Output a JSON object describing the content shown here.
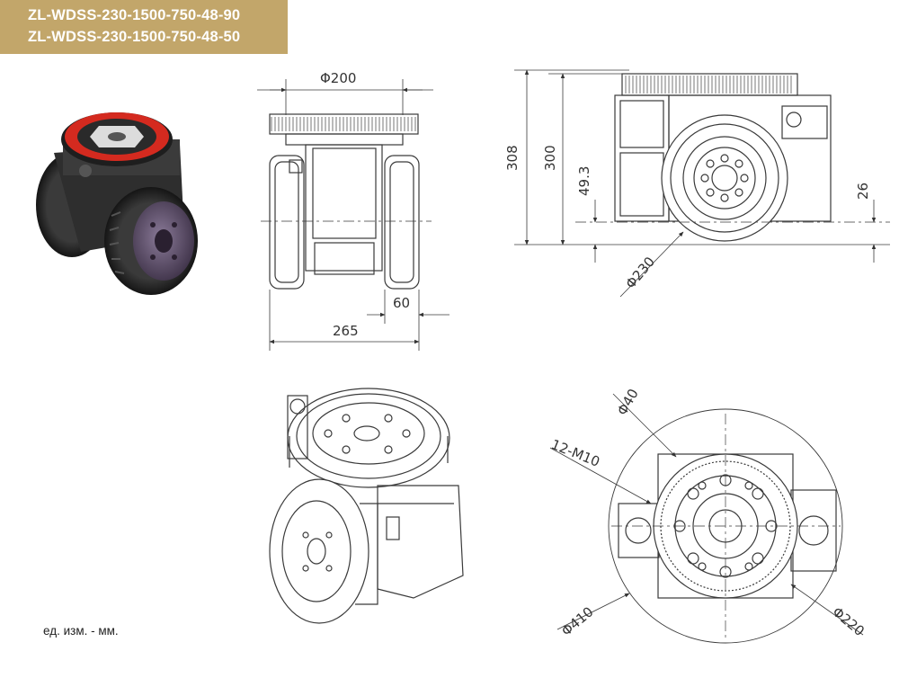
{
  "models": [
    "ZL-WDSS-230-1500-750-48-90",
    "ZL-WDSS-230-1500-750-48-50"
  ],
  "units_note": "ед. изм. - мм.",
  "dimensions": {
    "front_top_diameter": "Φ200",
    "front_wheel_width": "60",
    "front_total_width": "265",
    "side_height_total": "308",
    "side_height_body": "300",
    "side_axle_height": "49.3",
    "side_right_offset": "26",
    "side_wheel_diameter": "Φ230",
    "top_hole_diameter": "Φ40",
    "top_bolt_pattern": "12-M10",
    "top_outer_diameter": "Φ410",
    "top_pcd_diameter": "Φ220"
  },
  "colors": {
    "banner": "#c2a66a",
    "ring_red": "#d42a1f",
    "tire_black": "#2b2b2b",
    "hub_purple": "#5a4a66"
  }
}
